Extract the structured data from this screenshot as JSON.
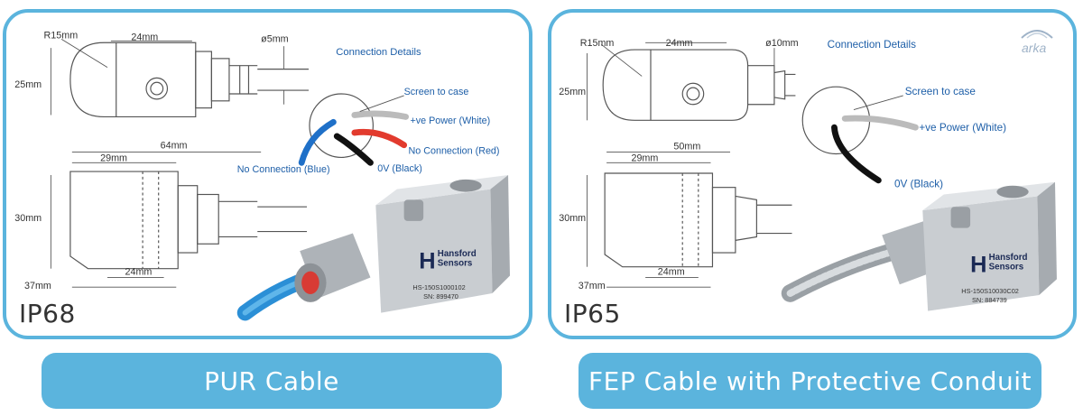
{
  "left_panel": {
    "rating": "IP68",
    "dims": {
      "radius": "R15mm",
      "width_top": "24mm",
      "height": "25mm",
      "cable_dia": "ø5mm",
      "length_total": "64mm",
      "length_29": "29mm",
      "height_side": "30mm",
      "width_bottom": "24mm",
      "length_37": "37mm"
    },
    "connection": {
      "title": "Connection Details",
      "screen": "Screen to case",
      "pos": "+ve Power (White)",
      "nc_red": "No Connection (Red)",
      "nc_blue": "No Connection (Blue)",
      "ov": "0V (Black)"
    },
    "sensor": {
      "brand_line1": "Hansford",
      "brand_line2": "Sensors",
      "model": "HS-150S1000102",
      "serial": "SN: 899470"
    },
    "cable_label": "PUR Cable"
  },
  "right_panel": {
    "rating": "IP65",
    "dims": {
      "radius": "R15mm",
      "width_top": "24mm",
      "height": "25mm",
      "cable_dia": "ø10mm",
      "length_total": "50mm",
      "length_29": "29mm",
      "height_side": "30mm",
      "width_bottom": "24mm",
      "length_37": "37mm"
    },
    "connection": {
      "title": "Connection Details",
      "screen": "Screen to case",
      "pos": "+ve Power (White)",
      "ov": "0V (Black)"
    },
    "sensor": {
      "brand_line1": "Hansford",
      "brand_line2": "Sensors",
      "model": "HS-150S10030C02",
      "serial": "SN: 884739"
    },
    "cable_label": "FEP Cable with Protective Conduit"
  },
  "logo_text": "arka",
  "colors": {
    "accent": "#5bb4dd",
    "dim_text": "#333333",
    "conn_text": "#1e5fa8",
    "cable_blue": "#2b8fd6",
    "wire_red": "#e23b2e",
    "wire_blue": "#1f70c8",
    "steel": "#c9cdd1"
  }
}
